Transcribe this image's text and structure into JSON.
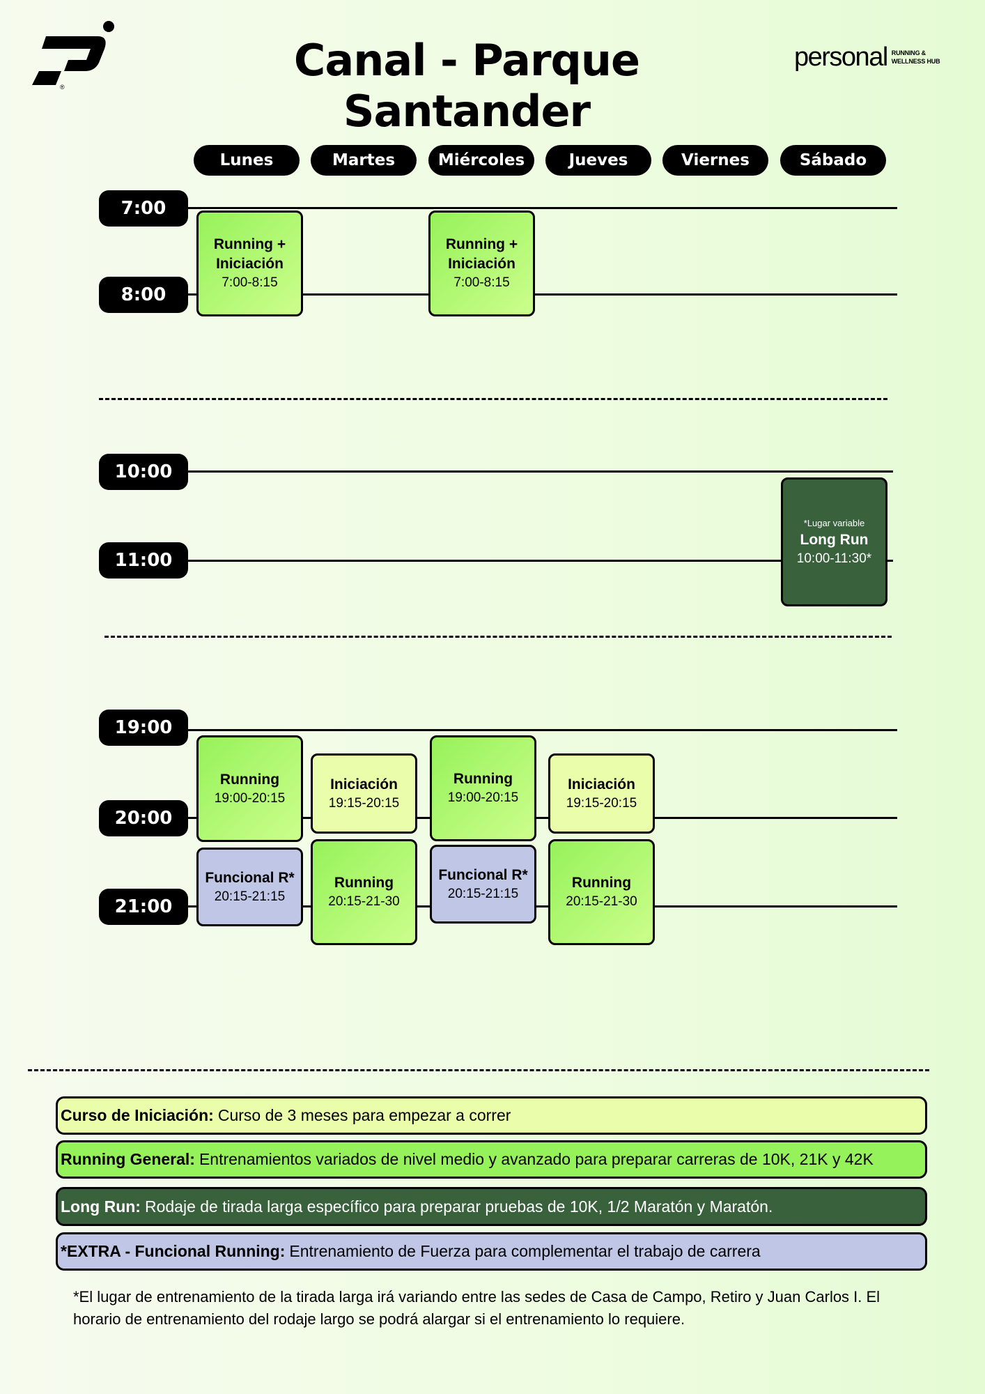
{
  "header": {
    "title": "Canal - Parque Santander",
    "brand_word": "personal",
    "brand_sub_1": "RUNNING &",
    "brand_sub_2": "WELLNESS HUB"
  },
  "days": [
    "Lunes",
    "Martes",
    "Miércoles",
    "Jueves",
    "Viernes",
    "Sábado"
  ],
  "times": [
    "7:00",
    "8:00",
    "10:00",
    "11:00",
    "19:00",
    "20:00",
    "21:00"
  ],
  "sessions": {
    "mon_morning": {
      "title": "Running +",
      "title2": "Iniciación",
      "time": "7:00-8:15"
    },
    "wed_morning": {
      "title": "Running +",
      "title2": "Iniciación",
      "time": "7:00-8:15"
    },
    "sat_long": {
      "note": "*Lugar variable",
      "title": "Long Run",
      "time": "10:00-11:30*"
    },
    "mon_running": {
      "title": "Running",
      "time": "19:00-20:15"
    },
    "tue_iniciacion": {
      "title": "Iniciación",
      "time": "19:15-20:15"
    },
    "wed_running": {
      "title": "Running",
      "time": "19:00-20:15"
    },
    "thu_iniciacion": {
      "title": "Iniciación",
      "time": "19:15-20:15"
    },
    "mon_funcional": {
      "title": "Funcional R*",
      "time": "20:15-21:15"
    },
    "tue_running": {
      "title": "Running",
      "time": "20:15-21-30"
    },
    "wed_funcional": {
      "title": "Funcional R*",
      "time": "20:15-21:15"
    },
    "thu_running": {
      "title": "Running",
      "time": "20:15-21-30"
    }
  },
  "legend": [
    {
      "term": "Curso de Iniciación:",
      "desc": "Curso de 3 meses para empezar a correr",
      "color": "#e9fdab"
    },
    {
      "term": "Running General:",
      "desc": "Entrenamientos variados de nivel medio y avanzado para preparar carreras de 10K, 21K y 42K",
      "color": "#96f25a"
    },
    {
      "term": "Long Run:",
      "desc": "Rodaje de tirada larga específico para preparar pruebas de 10K, 1/2 Maratón y Maratón.",
      "color": "#38613c"
    },
    {
      "term": "*EXTRA - Funcional Running:",
      "desc": "Entrenamiento de Fuerza para complementar el trabajo de carrera",
      "color": "#bfc6e6"
    }
  ],
  "footnote": "*El lugar de entrenamiento de la tirada larga irá variando entre las sedes de Casa de Campo, Retiro y Juan Carlos I. El horario de entrenamiento del rodaje largo se podrá alargar si el entrenamiento lo requiere."
}
